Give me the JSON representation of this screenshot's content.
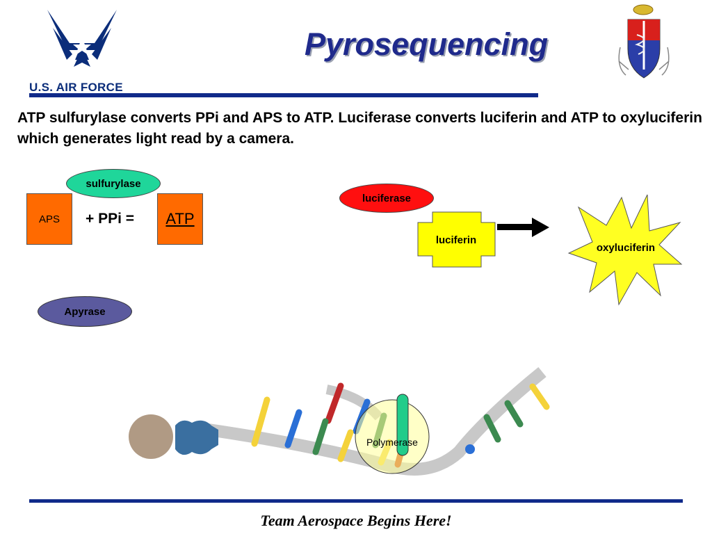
{
  "slide": {
    "title": "Pyrosequencing",
    "logo_text": "U.S. AIR FORCE",
    "body": "ATP sulfurylase converts PPi and APS to ATP.  Luciferase converts luciferin and ATP to oxyluciferin which generates light read by a camera.",
    "footer": "Team Aerospace Begins Here!"
  },
  "diagram": {
    "aps": "APS",
    "ppi": "+ PPi =",
    "atp": "ATP",
    "sulfurylase": "sulfurylase",
    "luciferase": "luciferase",
    "luciferin": "luciferin",
    "oxyluciferin": "oxyluciferin",
    "apyrase": "Apyrase",
    "polymerase": "Polymerase"
  },
  "colors": {
    "brand_blue": "#102a8a",
    "orange": "#ff6a00",
    "sulfurylase_green": "#1fd69a",
    "luciferase_red": "#ff0f0f",
    "apyrase_purple": "#5b5a9e",
    "luciferin_yellow": "#ffff00"
  }
}
